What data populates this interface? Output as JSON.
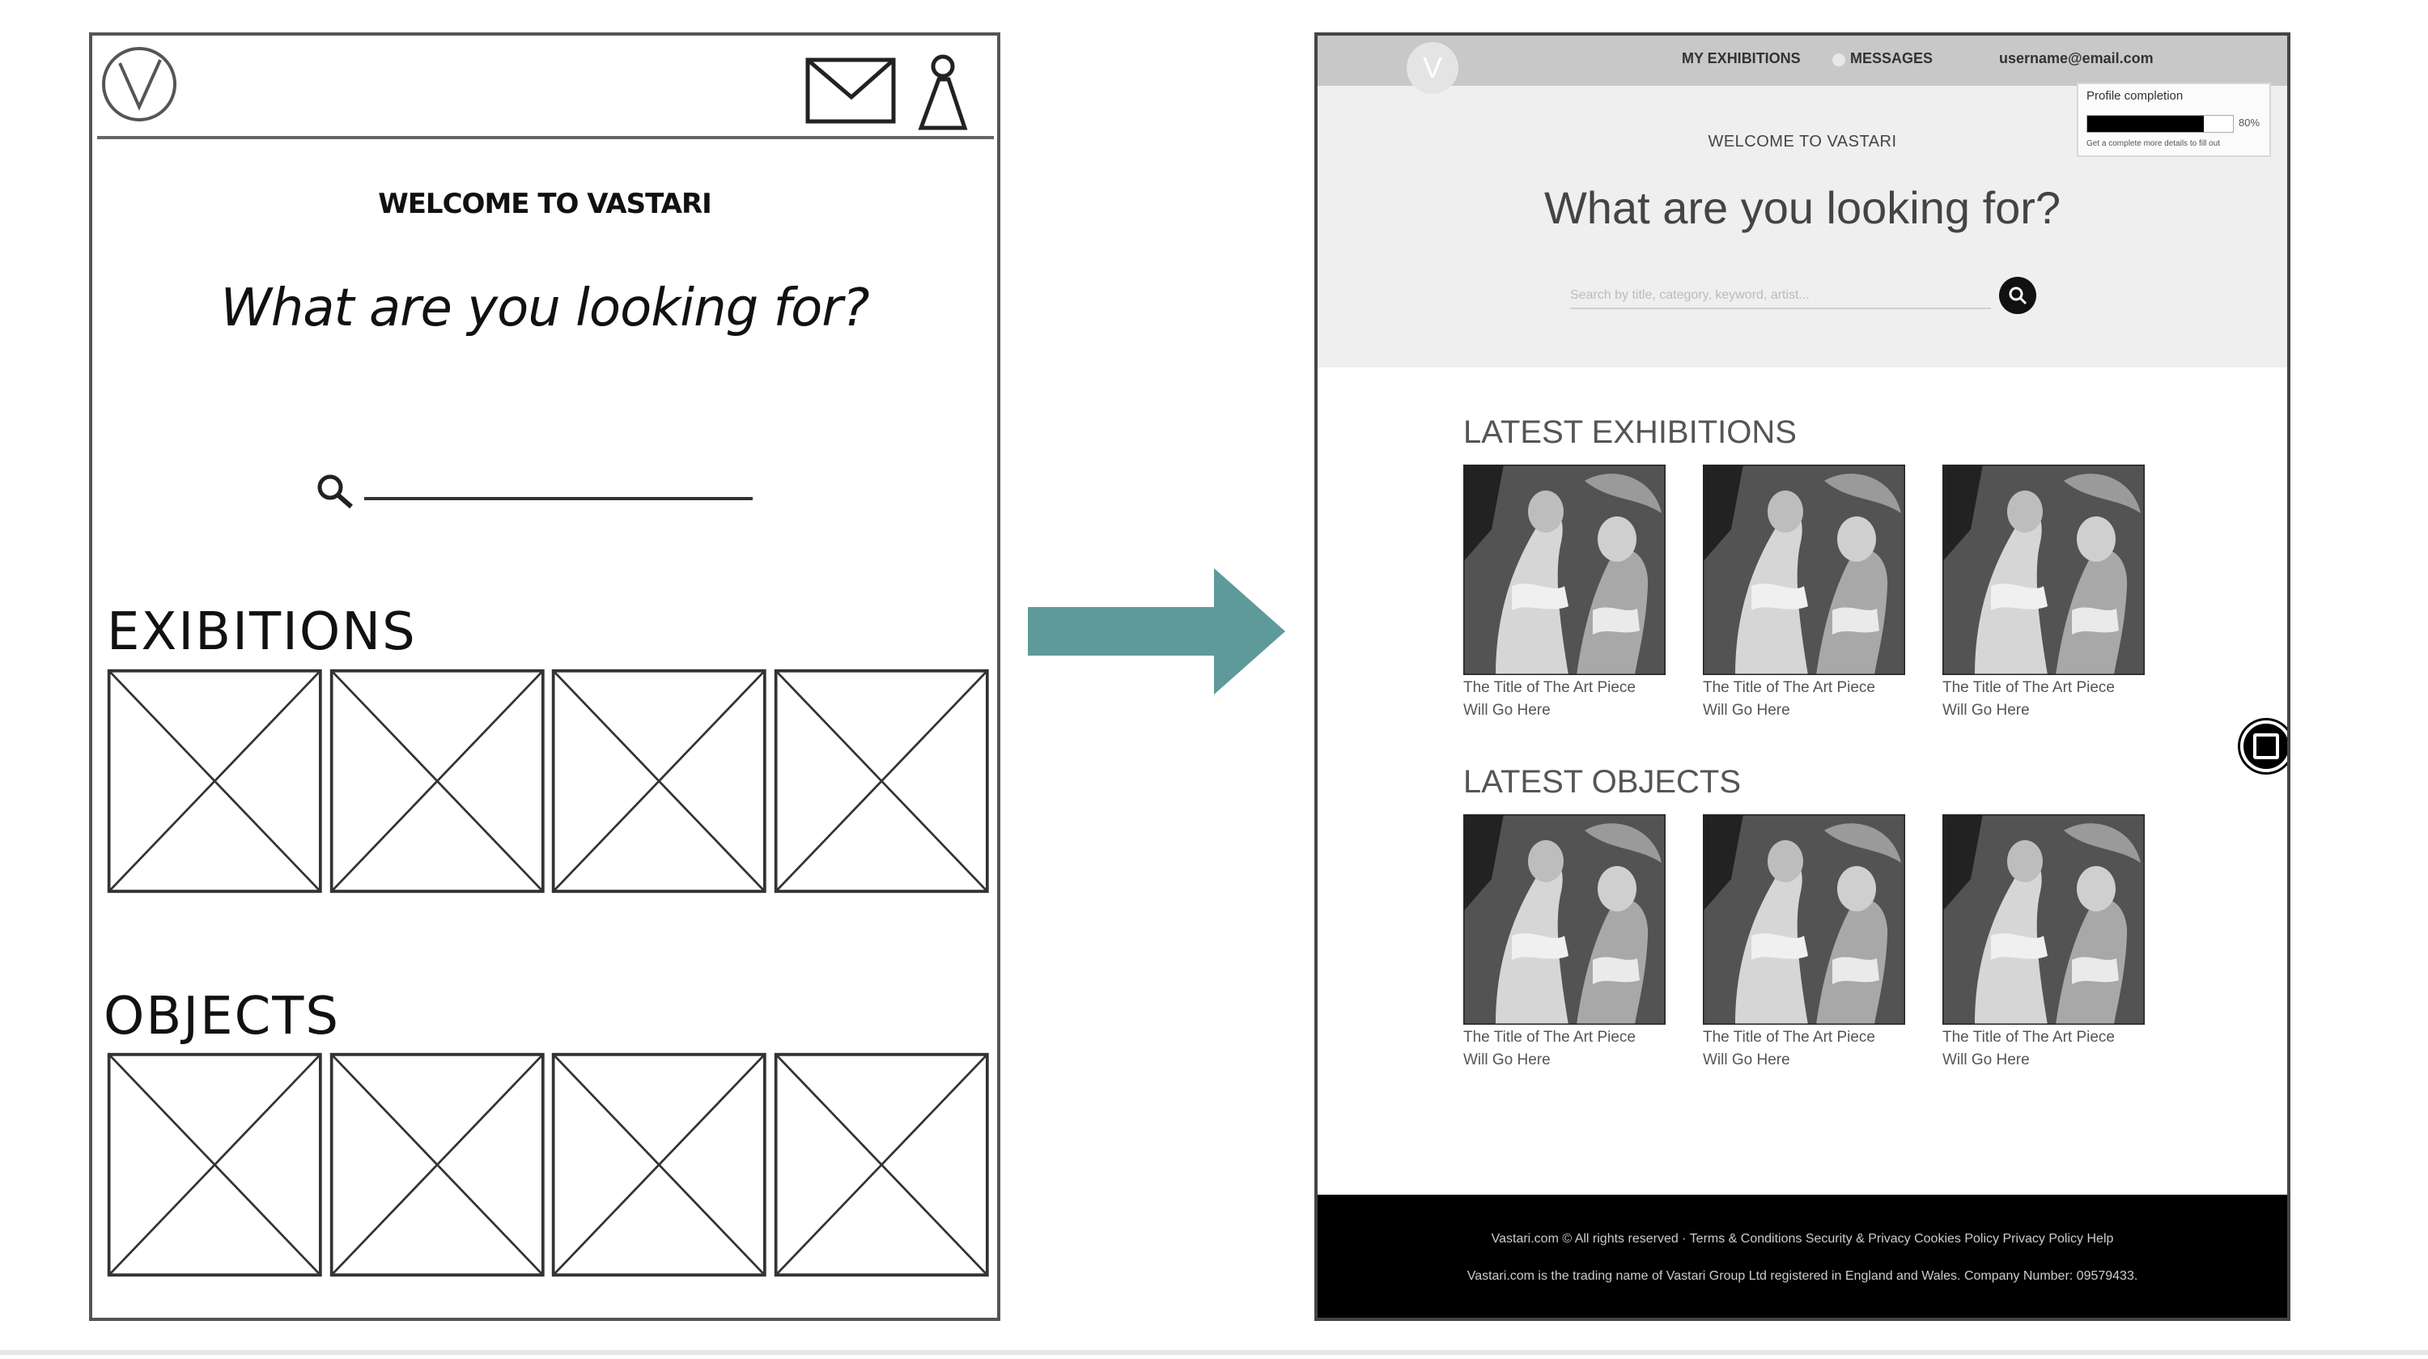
{
  "sketch": {
    "welcome": "WELCOME TO VASTARI",
    "question": "What are you looking for?",
    "exhibitions_title": "EXIBITIONS",
    "objects_title": "OBJECTS",
    "exhibition_placeholders": 4,
    "object_placeholders": 4
  },
  "mockup": {
    "logo": "V",
    "nav": {
      "my_exhibitions": "MY EXHIBITIONS",
      "messages": "MESSAGES",
      "user_email": "username@email.com"
    },
    "profile": {
      "label": "Profile completion",
      "percent_text": "80%",
      "completion": 0.8,
      "note": "Get a complete more details to fill out"
    },
    "welcome": "WELCOME TO VASTARI",
    "question": "What are you looking for?",
    "search_placeholder": "Search by title, category, keyword, artist...",
    "latest_exhibitions_title": "LATEST EXHIBITIONS",
    "latest_objects_title": "LATEST OBJECTS",
    "exhibitions": [
      {
        "line1": "The Title of The Art Piece",
        "line2": "Will Go Here"
      },
      {
        "line1": "The Title of The Art Piece",
        "line2": "Will Go Here"
      },
      {
        "line1": "The Title of The Art Piece",
        "line2": "Will Go Here"
      }
    ],
    "objects": [
      {
        "line1": "The Title of The Art Piece",
        "line2": "Will Go Here"
      },
      {
        "line1": "The Title of The Art Piece",
        "line2": "Will Go Here"
      },
      {
        "line1": "The Title of The Art Piece",
        "line2": "Will Go Here"
      }
    ],
    "footer": {
      "line1": "Vastari.com © All rights reserved · Terms & Conditions Security & Privacy Cookies Policy Privacy Policy Help",
      "line2": "Vastari.com is the trading name of Vastari Group Ltd registered in England and Wales. Company Number: 09579433."
    }
  },
  "colors": {
    "arrow": "#5f9a9a",
    "footer_bg": "#000000",
    "topbar_bg": "#c8c8c8",
    "hero_bg": "#efefef"
  }
}
